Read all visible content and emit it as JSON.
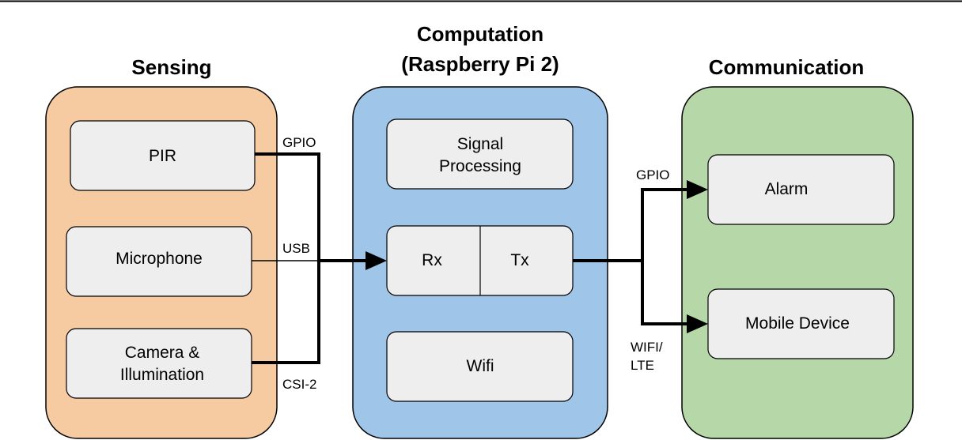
{
  "groups": {
    "sensing": {
      "title": "Sensing",
      "color": "#f7cba1",
      "items": {
        "pir": "PIR",
        "microphone": "Microphone",
        "camera_line1": "Camera &",
        "camera_line2": "Illumination"
      }
    },
    "computation": {
      "title_line1": "Computation",
      "title_line2": "(Raspberry Pi 2)",
      "color": "#9fc5e8",
      "items": {
        "signal_line1": "Signal",
        "signal_line2": "Processing",
        "rx": "Rx",
        "tx": "Tx",
        "wifi": "Wifi"
      }
    },
    "communication": {
      "title": "Communication",
      "color": "#b6d7a8",
      "items": {
        "alarm": "Alarm",
        "mobile": "Mobile Device"
      }
    }
  },
  "connections": {
    "gpio_in": "GPIO",
    "usb": "USB",
    "csi": "CSI-2",
    "gpio_out": "GPIO",
    "wifi_lte_line1": "WIFI/",
    "wifi_lte_line2": "LTE"
  },
  "colors": {
    "box_fill": "#eeeeee",
    "line": "#000000"
  }
}
